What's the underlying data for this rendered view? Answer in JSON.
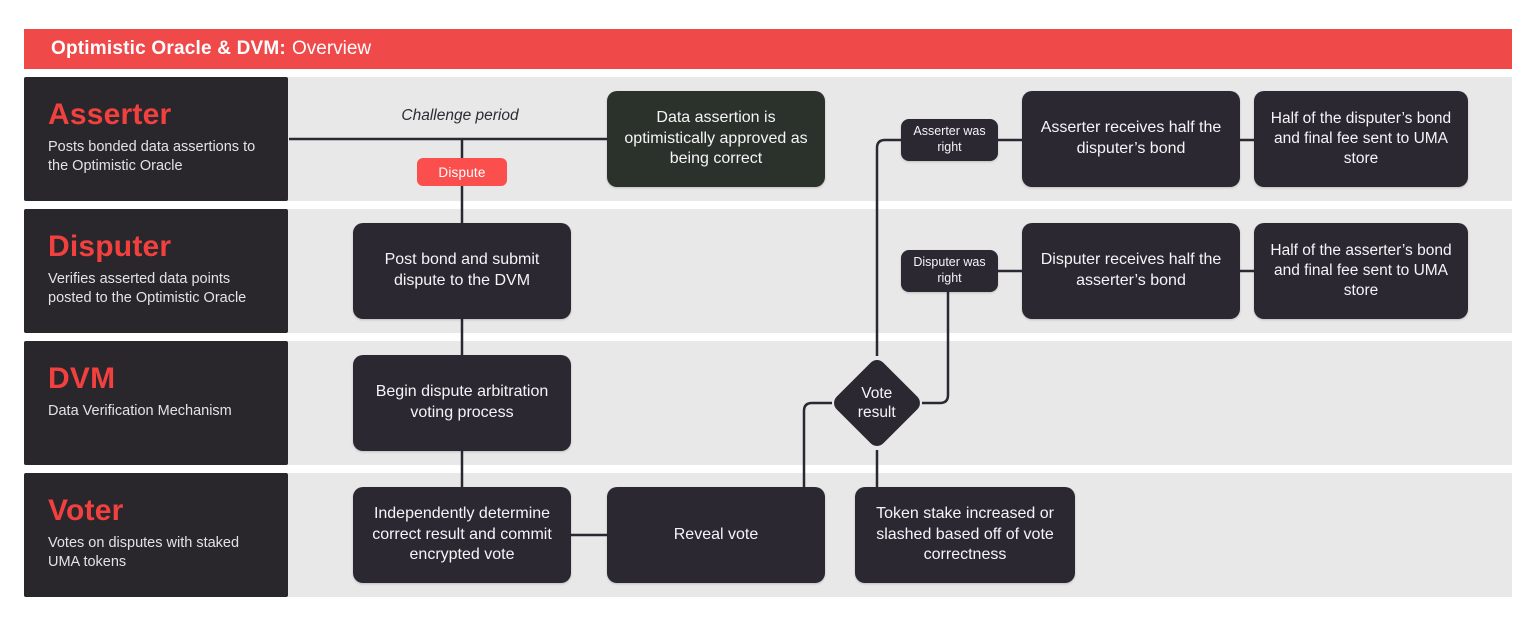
{
  "header": {
    "title_bold": "Optimistic Oracle & DVM:",
    "title_rest": "Overview"
  },
  "colors": {
    "brand_red": "#f0494a",
    "button_red": "#fb4f4d",
    "lane_title_red": "#f2403f",
    "box_dark": "#2b2832",
    "label_box_dark": "#29272c",
    "box_green": "#2b322c",
    "lane_bg": "#e8e8e8",
    "connector": "#2b2833",
    "text_light": "#f5f4f6"
  },
  "lanes": [
    {
      "title": "Asserter",
      "subtitle": "Posts bonded data assertions to the Optimistic Oracle"
    },
    {
      "title": "Disputer",
      "subtitle": "Verifies asserted data points posted to the Optimistic Oracle"
    },
    {
      "title": "DVM",
      "subtitle": "Data Verification Mechanism"
    },
    {
      "title": "Voter",
      "subtitle": "Votes on disputes with staked UMA tokens"
    }
  ],
  "flow": {
    "challenge_period_label": "Challenge period",
    "dispute_button_label": "Dispute",
    "data_assertion_approved": "Data assertion is optimistically approved as being correct",
    "post_bond": "Post bond and submit dispute to the DVM",
    "begin_arbitration": "Begin dispute arbitration voting process",
    "commit_vote": "Independently determine correct result and commit encrypted vote",
    "reveal_vote": "Reveal vote",
    "vote_result": "Vote result",
    "token_stake": "Token stake increased or slashed based off of vote correctness",
    "asserter_was_right": "Asserter was right",
    "asserter_receives": "Asserter receives half the disputer’s bond",
    "half_disputer_bond": "Half of the disputer’s bond and final fee sent to UMA store",
    "disputer_was_right": "Disputer was right",
    "disputer_receives": "Disputer receives half the asserter’s bond",
    "half_asserter_bond": "Half of the asserter’s bond and final fee sent to UMA store"
  }
}
